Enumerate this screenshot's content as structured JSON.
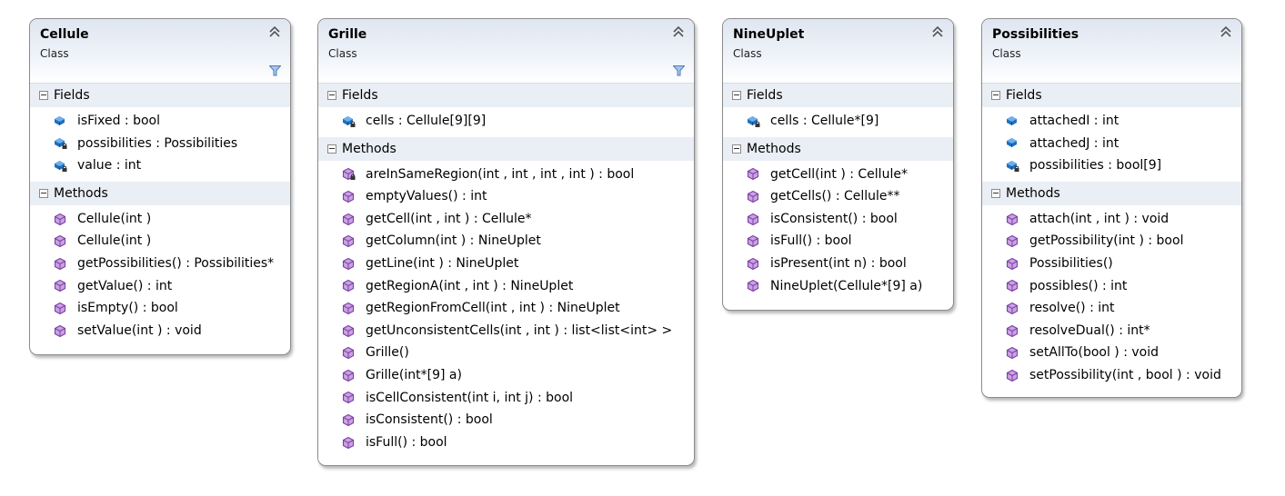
{
  "diagram": {
    "classes": [
      {
        "name": "Cellule",
        "kind": "Class",
        "fields_label": "Fields",
        "methods_label": "Methods",
        "fields": [
          {
            "text": "isFixed : bool",
            "access": "public"
          },
          {
            "text": "possibilities : Possibilities",
            "access": "private"
          },
          {
            "text": "value : int",
            "access": "private"
          }
        ],
        "methods": [
          {
            "text": "Cellule(int )"
          },
          {
            "text": "Cellule(int )"
          },
          {
            "text": "getPossibilities() : Possibilities*"
          },
          {
            "text": "getValue() : int"
          },
          {
            "text": "isEmpty() : bool"
          },
          {
            "text": "setValue(int ) : void"
          }
        ]
      },
      {
        "name": "Grille",
        "kind": "Class",
        "fields_label": "Fields",
        "methods_label": "Methods",
        "fields": [
          {
            "text": "cells : Cellule[9][9]",
            "access": "private"
          }
        ],
        "methods": [
          {
            "text": "areInSameRegion(int , int , int , int ) : bool",
            "access": "private"
          },
          {
            "text": "emptyValues() : int"
          },
          {
            "text": "getCell(int , int ) : Cellule*"
          },
          {
            "text": "getColumn(int ) : NineUplet"
          },
          {
            "text": "getLine(int ) : NineUplet"
          },
          {
            "text": "getRegionA(int , int ) : NineUplet"
          },
          {
            "text": "getRegionFromCell(int , int ) : NineUplet"
          },
          {
            "text": "getUnconsistentCells(int , int ) : list<list<int> >"
          },
          {
            "text": "Grille()"
          },
          {
            "text": "Grille(int*[9] a)"
          },
          {
            "text": "isCellConsistent(int i, int j) : bool"
          },
          {
            "text": "isConsistent() : bool"
          },
          {
            "text": "isFull() : bool"
          }
        ]
      },
      {
        "name": "NineUplet",
        "kind": "Class",
        "fields_label": "Fields",
        "methods_label": "Methods",
        "fields": [
          {
            "text": "cells : Cellule*[9]",
            "access": "private"
          }
        ],
        "methods": [
          {
            "text": "getCell(int ) : Cellule*"
          },
          {
            "text": "getCells() : Cellule**"
          },
          {
            "text": "isConsistent() : bool"
          },
          {
            "text": "isFull() : bool"
          },
          {
            "text": "isPresent(int n) : bool"
          },
          {
            "text": "NineUplet(Cellule*[9] a)"
          }
        ]
      },
      {
        "name": "Possibilities",
        "kind": "Class",
        "fields_label": "Fields",
        "methods_label": "Methods",
        "fields": [
          {
            "text": "attachedI : int",
            "access": "public"
          },
          {
            "text": "attachedJ : int",
            "access": "public"
          },
          {
            "text": "possibilities : bool[9]",
            "access": "private"
          }
        ],
        "methods": [
          {
            "text": "attach(int , int ) : void"
          },
          {
            "text": "getPossibility(int ) : bool"
          },
          {
            "text": "Possibilities()"
          },
          {
            "text": "possibles() : int"
          },
          {
            "text": "resolve() : int"
          },
          {
            "text": "resolveDual() : int*"
          },
          {
            "text": "setAllTo(bool ) : void"
          },
          {
            "text": "setPossibility(int , bool ) : void"
          }
        ]
      }
    ],
    "colors": {
      "field_icon": "#1e6fc0",
      "method_icon": "#9b59b6",
      "header_gradient_top": "#dfe6f1",
      "section_bg": "#eaeef5"
    }
  }
}
